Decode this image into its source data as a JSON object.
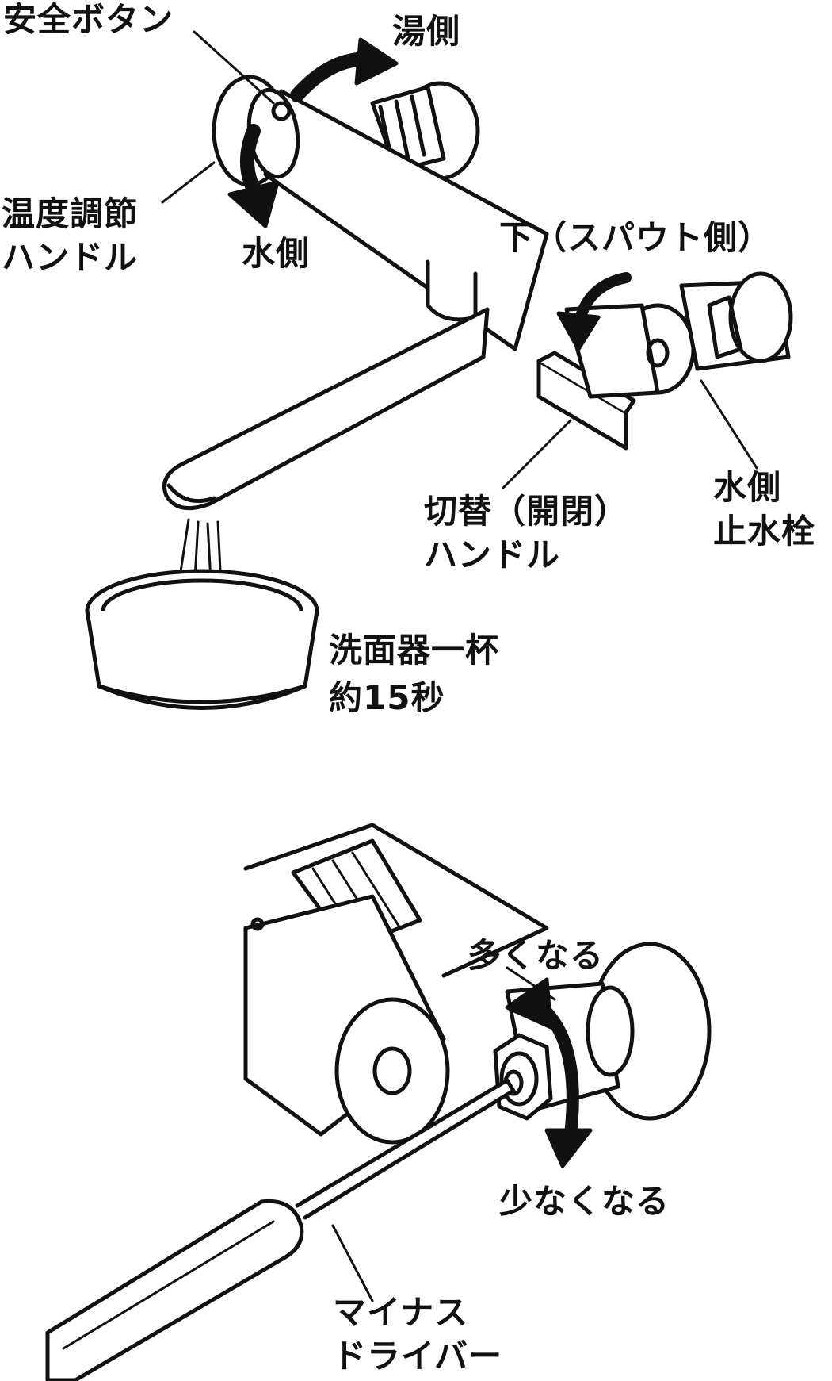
{
  "labels": {
    "safety_button": "安全ボタン",
    "hot_side": "湯側",
    "temp_handle_1": "温度調節",
    "temp_handle_2": "ハンドル",
    "cold_side": "水側",
    "down_spout": "下（スパウト側）",
    "switch_handle_1": "切替（開閉）",
    "switch_handle_2": "ハンドル",
    "stop_valve_1": "水側",
    "stop_valve_2": "止水栓",
    "basin_1": "洗面器一杯",
    "basin_2": "約15秒",
    "more": "多くなる",
    "less": "少なくなる",
    "driver_1": "マイナス",
    "driver_2": "ドライバー"
  },
  "icons": [
    "faucet",
    "basin",
    "screwdriver",
    "rotation-arrow"
  ]
}
